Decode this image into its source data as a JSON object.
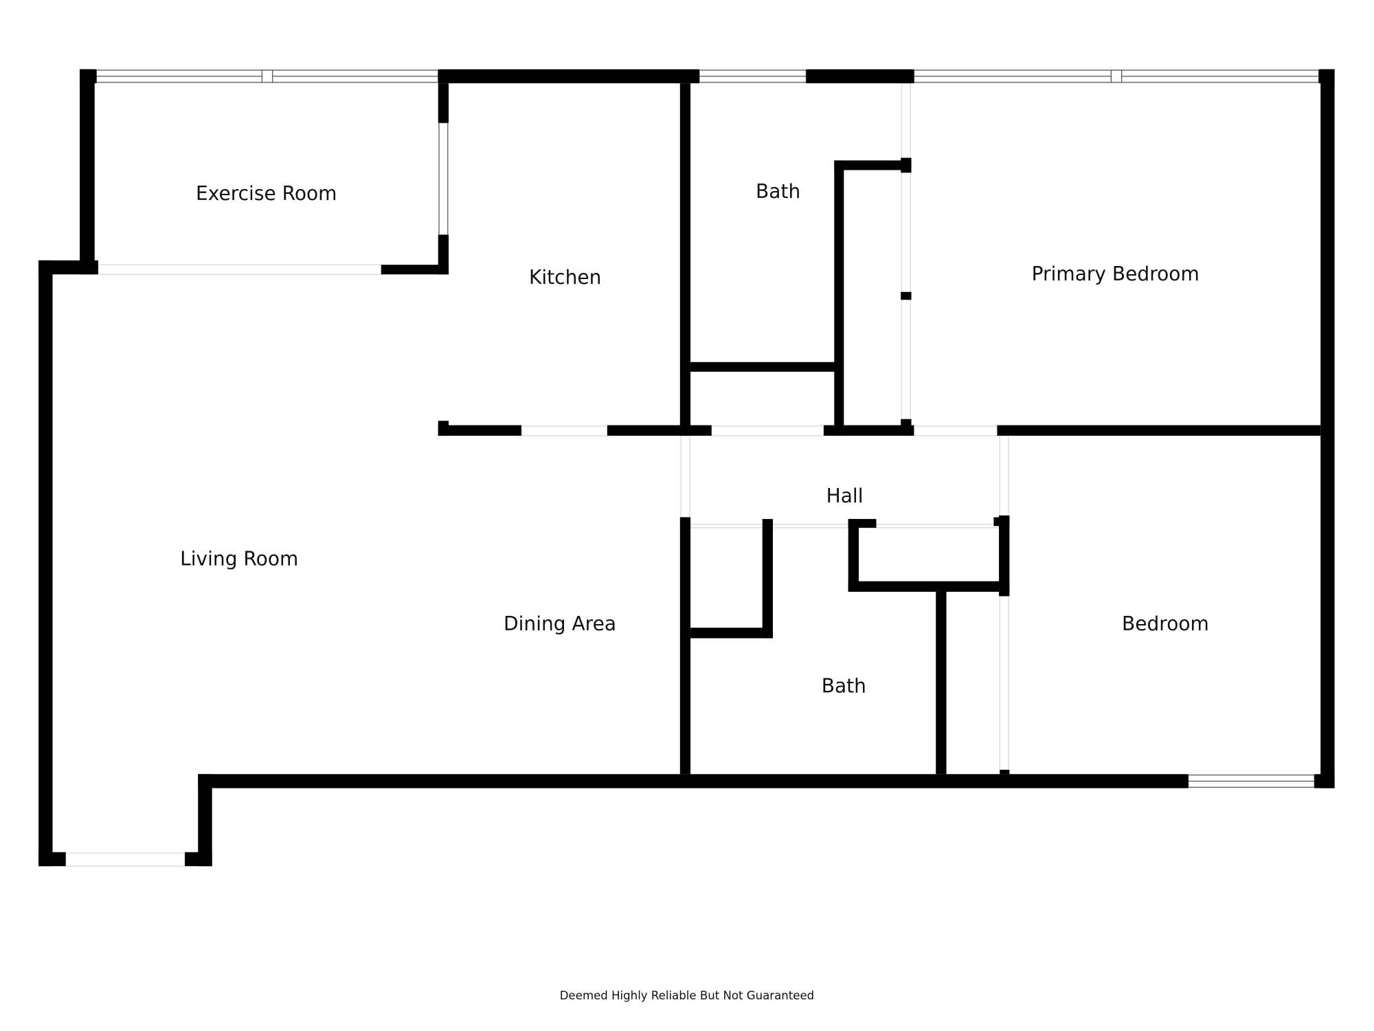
{
  "rooms": [
    {
      "label": "Exercise Room"
    },
    {
      "label": "Kitchen"
    },
    {
      "label": "Bath"
    },
    {
      "label": "Primary Bedroom"
    },
    {
      "label": "Hall"
    },
    {
      "label": "Living Room"
    },
    {
      "label": "Dining Area"
    },
    {
      "label": "Bath"
    },
    {
      "label": "Bedroom"
    }
  ],
  "footer": {
    "disclaimer": "Deemed Highly Reliable But Not Guaranteed"
  },
  "colors": {
    "wall": "#000000",
    "background": "#ffffff"
  }
}
